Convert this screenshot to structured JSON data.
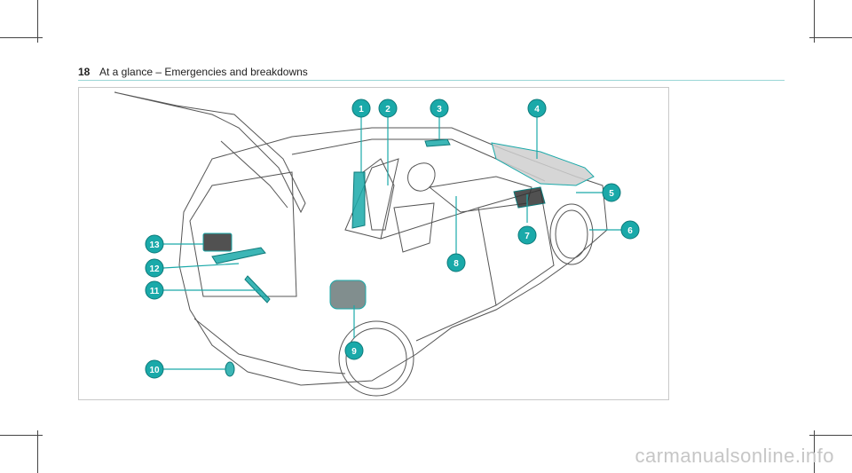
{
  "header": {
    "page_number": "18",
    "running_head": "At a glance – Emergencies and breakdowns"
  },
  "figure": {
    "callouts": [
      "1",
      "2",
      "3",
      "4",
      "5",
      "6",
      "7",
      "8",
      "9",
      "10",
      "11",
      "12",
      "13"
    ],
    "accent_color": "#1aa9a9",
    "icon": "car-rear-three-quarter-cutaway"
  },
  "watermark": "carmanualsonline.info"
}
